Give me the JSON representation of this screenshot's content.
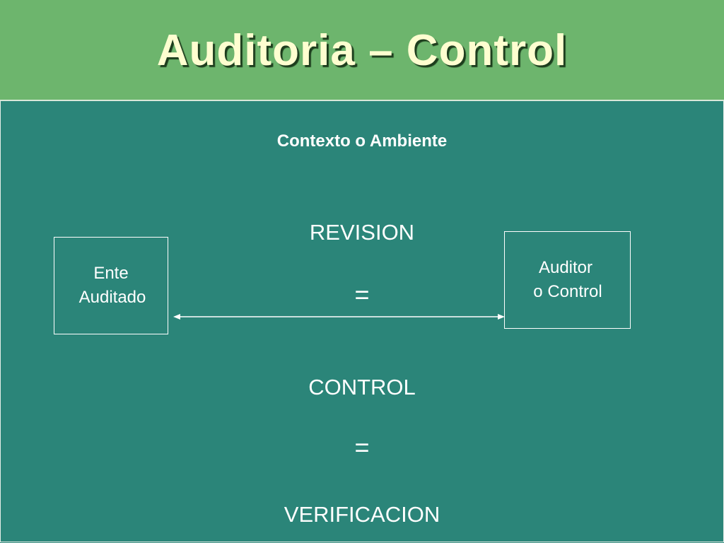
{
  "slide": {
    "title": "Auditoria – Control",
    "context_label": "Contexto o Ambiente",
    "left_box": {
      "line1": "Ente",
      "line2": "Auditado"
    },
    "right_box": {
      "line1": "Auditor",
      "line2": "o Control"
    },
    "stack": {
      "revision": "REVISION",
      "eq1": "=",
      "control": "CONTROL",
      "eq2": "=",
      "verificacion": "VERIFICACION"
    }
  },
  "colors": {
    "title_bar": "#6db56d",
    "title_text": "#fefed0",
    "background": "#2b8579",
    "foreground": "#ffffff"
  }
}
